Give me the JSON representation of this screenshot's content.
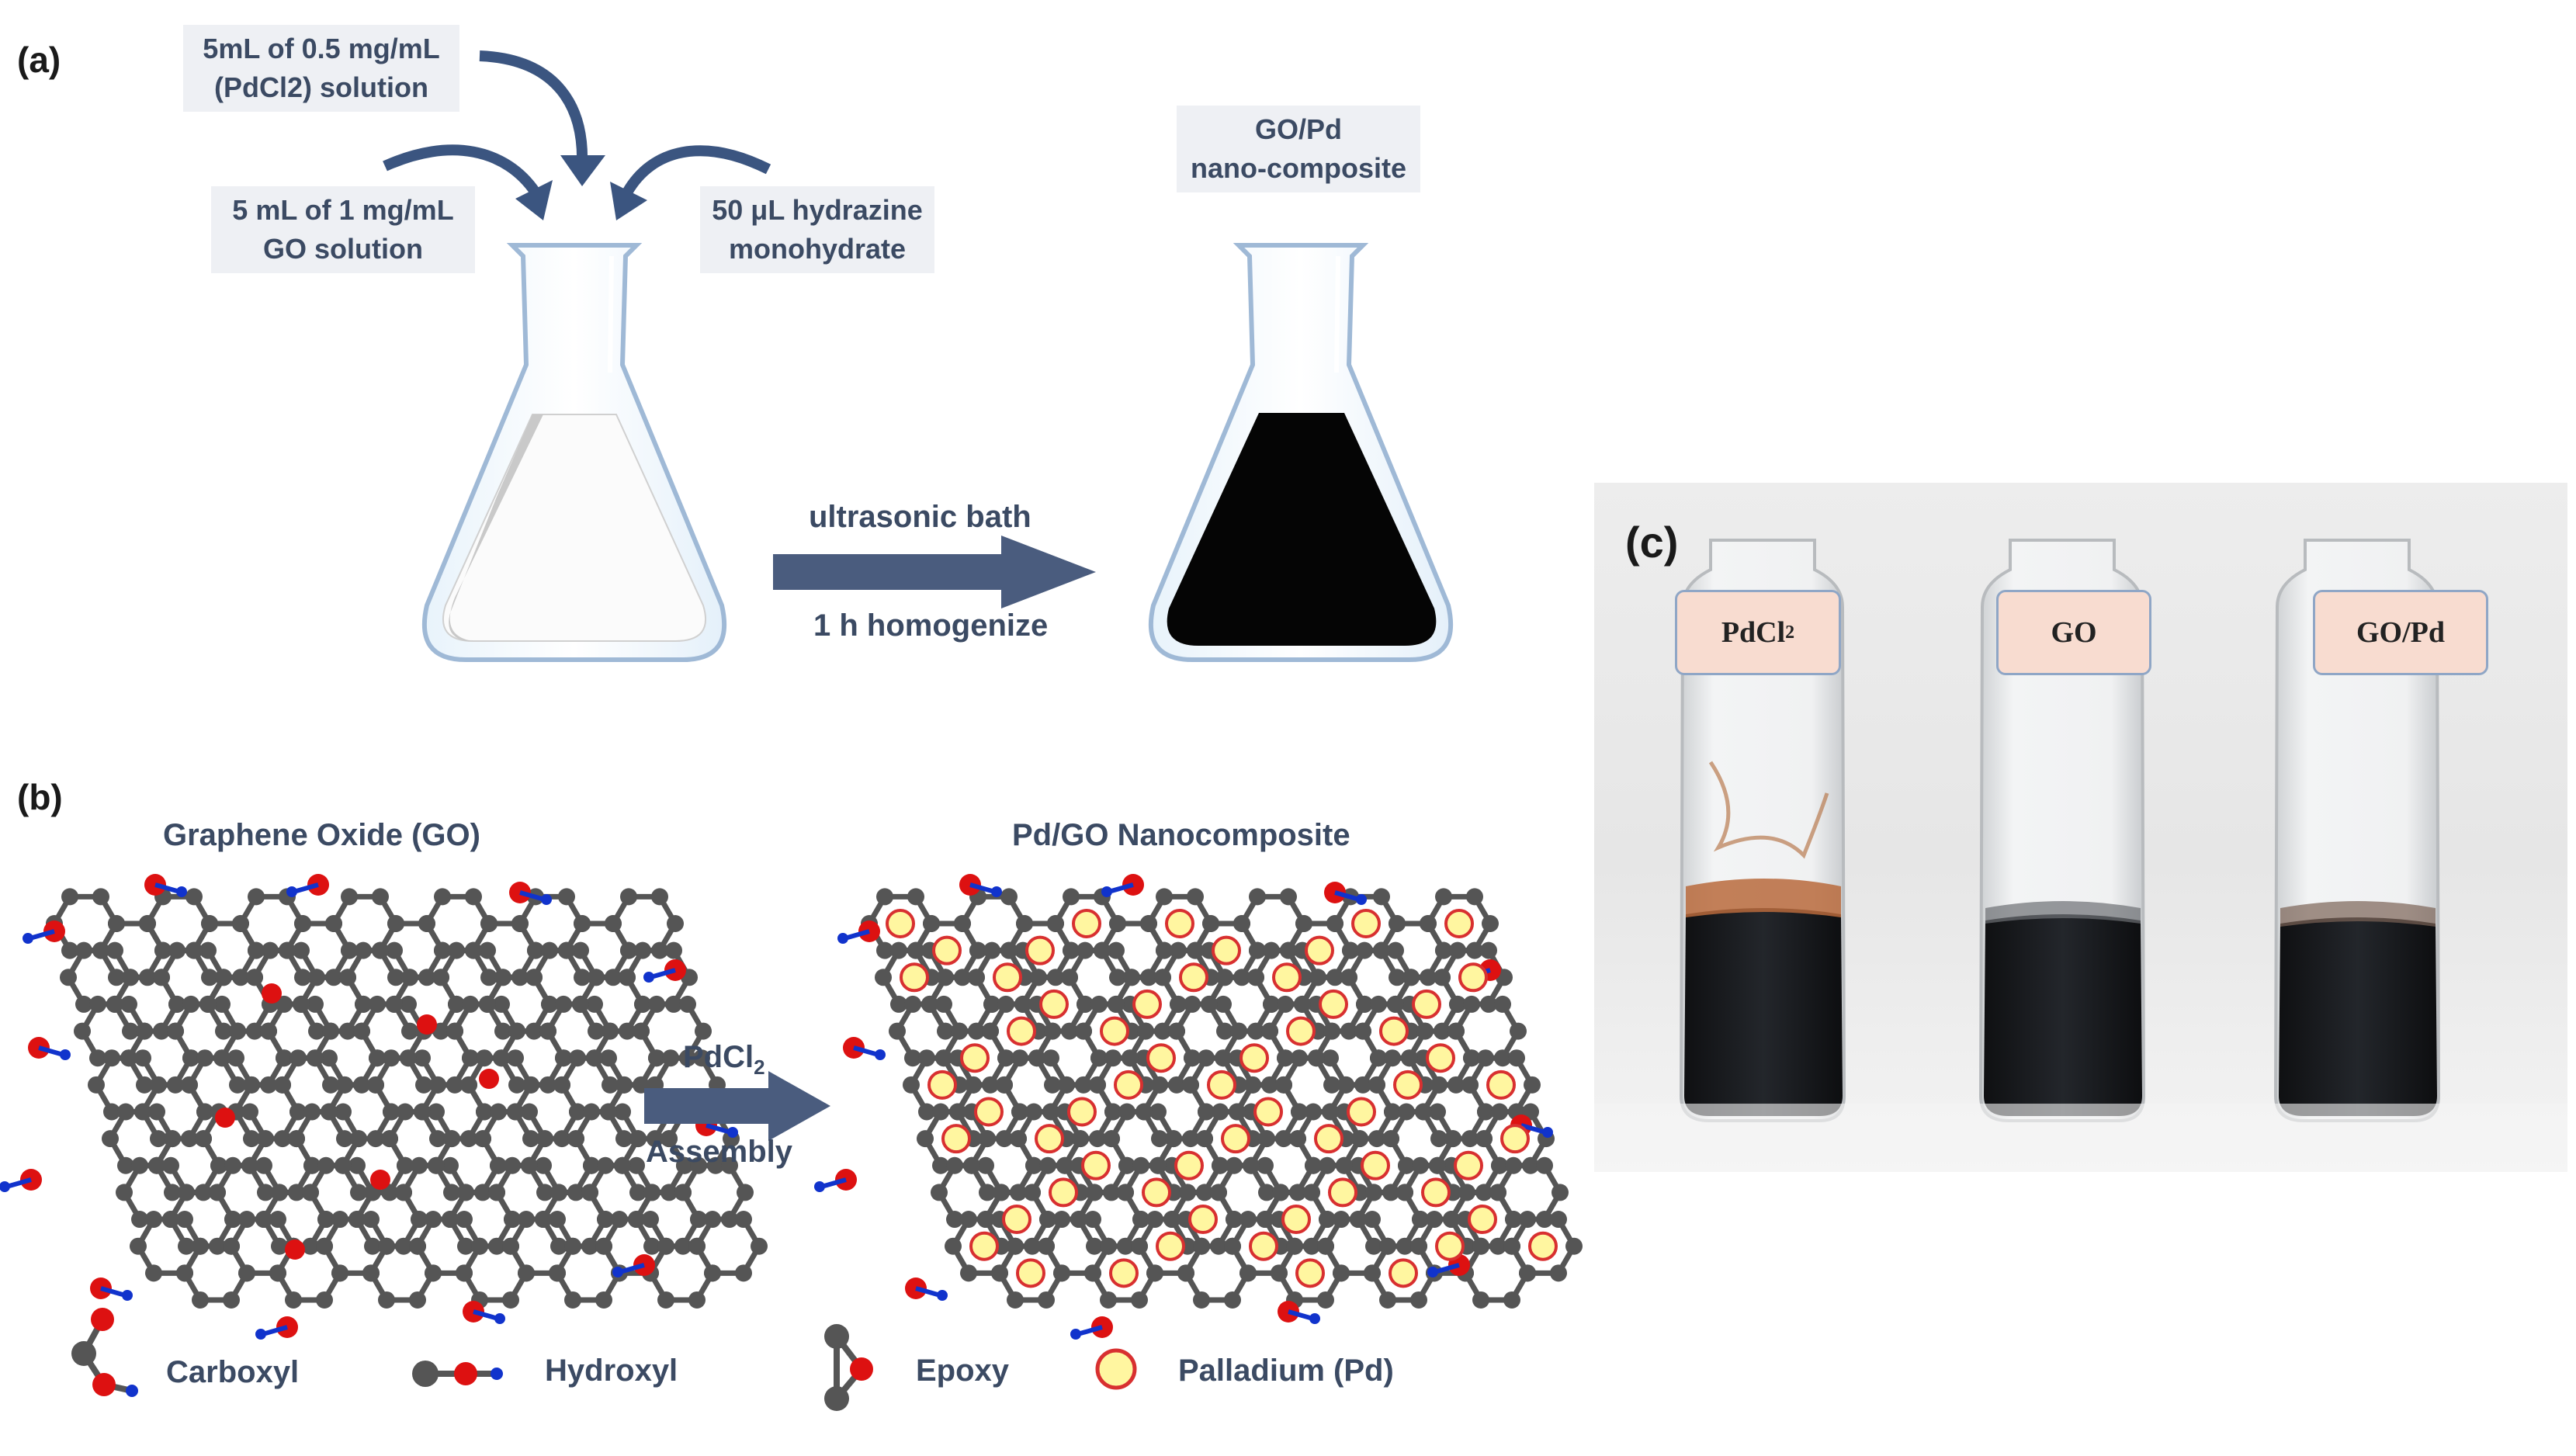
{
  "panel_a": {
    "label": "(a)",
    "pdcl2_input": "5mL of 0.5 mg/mL\n(PdCl2) solution",
    "go_input": "5 mL of 1 mg/mL\nGO solution",
    "hydrazine_input": "50 μL hydrazine\nmonohydrate",
    "product_label": "GO/Pd\nnano-composite",
    "step_top": "ultrasonic bath",
    "step_bottom": "1 h homogenize"
  },
  "panel_b": {
    "label": "(b)",
    "left_title": "Graphene Oxide (GO)",
    "right_title": "Pd/GO Nanocomposite",
    "arrow_top": "PdCl",
    "arrow_top_sub": "2",
    "arrow_bottom": "Assembly",
    "legend": [
      {
        "name": "Carboxyl",
        "icon": "carboxyl-icon"
      },
      {
        "name": "Hydroxyl",
        "icon": "hydroxyl-icon"
      },
      {
        "name": "Epoxy",
        "icon": "epoxy-icon"
      },
      {
        "name": "Palladium (Pd)",
        "icon": "palladium-icon"
      }
    ]
  },
  "panel_c": {
    "label": "(c)",
    "vials": [
      {
        "label": "PdCl",
        "sub": "2"
      },
      {
        "label": "GO",
        "sub": ""
      },
      {
        "label": "GO/Pd",
        "sub": ""
      }
    ]
  },
  "colors": {
    "text": "#3b4a63",
    "arrow": "#4a5c7e",
    "carbon": "#555555",
    "oxygen": "#dd1111",
    "hydrogen": "#1133cc",
    "palladium_fill": "#fff6a0",
    "palladium_ring": "#d83030"
  }
}
